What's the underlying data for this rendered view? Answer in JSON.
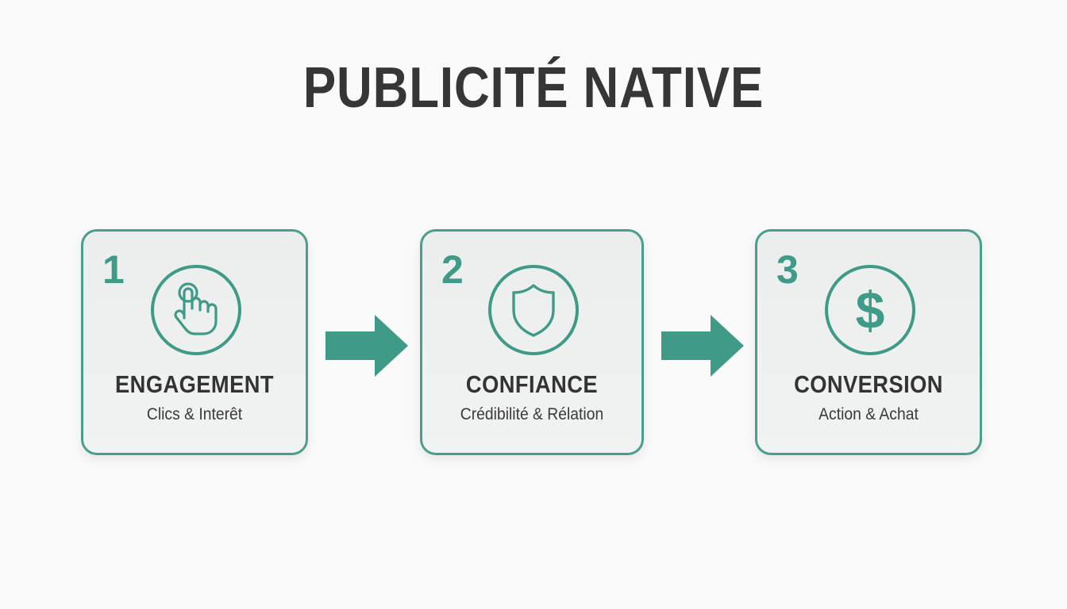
{
  "title": "PUBLICITÉ NATIVE",
  "colors": {
    "accent": "#3f9a88",
    "border": "#4a9e8e",
    "text": "#333333",
    "card_bg": "#eef0f0",
    "page_bg": "#fafafa"
  },
  "steps": [
    {
      "number": "1",
      "icon": "pointing-hand-click-icon",
      "label": "ENGAGEMENT",
      "sub": "Clics & Interêt"
    },
    {
      "number": "2",
      "icon": "shield-icon",
      "label": "CONFIANCE",
      "sub": "Crédibilité & Rélation"
    },
    {
      "number": "3",
      "icon": "dollar-icon",
      "label": "CONVERSION",
      "sub": "Action & Achat",
      "glyph": "$"
    }
  ],
  "connectors": [
    {
      "from": "1",
      "to": "2",
      "icon": "right-arrow-icon"
    },
    {
      "from": "2",
      "to": "3",
      "icon": "right-arrow-icon"
    }
  ]
}
